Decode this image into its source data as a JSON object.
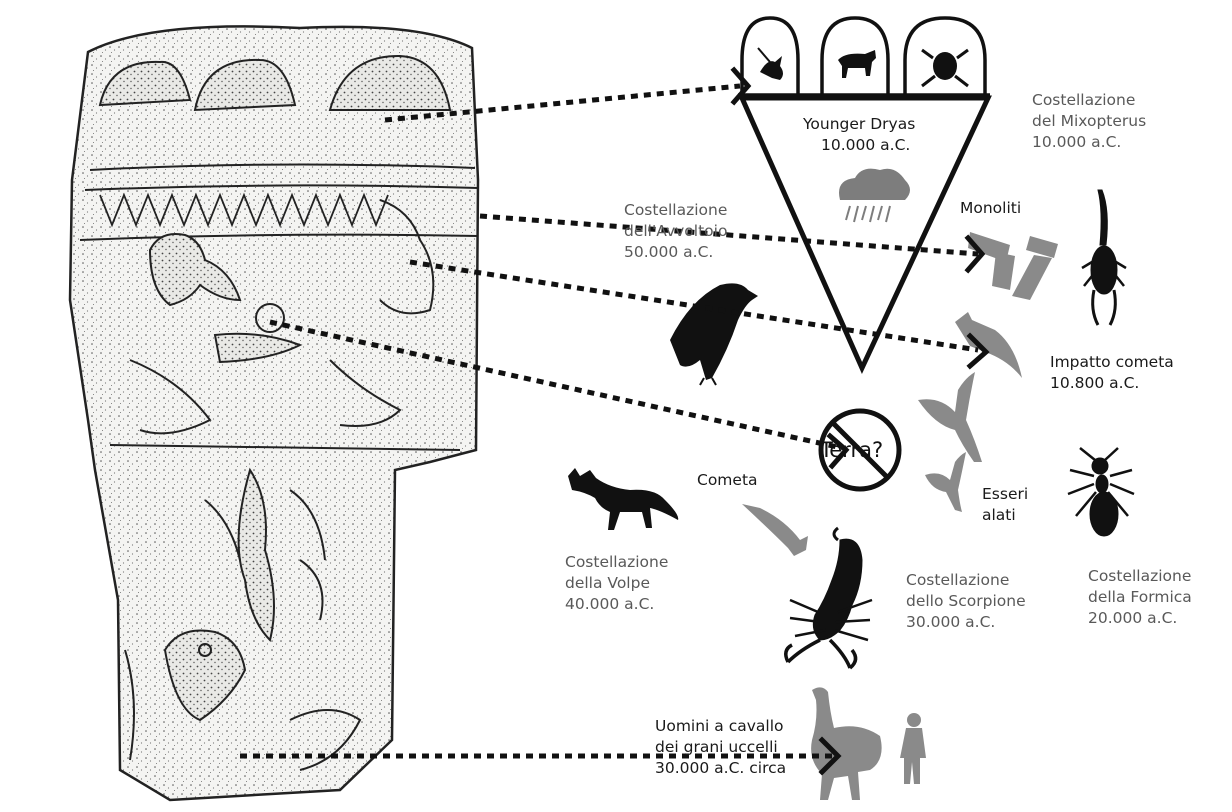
{
  "labels": {
    "younger_dryas": {
      "name": "Younger Dryas",
      "date": "10.000 a.C."
    },
    "mixopterus": {
      "line1": "Costellazione",
      "line2": "del Mixopterus",
      "date": "10.000 a.C."
    },
    "avvoltoio": {
      "line1": "Costellazione",
      "line2": "dell'Avvoltoio",
      "date": "50.000 a.C."
    },
    "monoliti": "Monoliti",
    "impatto": {
      "name": "Impatto cometa",
      "date": "10.800 a.C."
    },
    "terra": "Terra?",
    "cometa": "Cometa",
    "esseri": {
      "line1": "Esseri",
      "line2": "alati"
    },
    "volpe": {
      "line1": "Costellazione",
      "line2": "della Volpe",
      "date": "40.000 a.C."
    },
    "scorpione": {
      "line1": "Costellazione",
      "line2": "dello Scorpione",
      "date": "30.000 a.C."
    },
    "formica": {
      "line1": "Costellazione",
      "line2": "della Formica",
      "date": "20.000 a.C."
    },
    "uomini": {
      "line1": "Uomini a cavallo",
      "line2": "dei grani uccelli",
      "date": "30.000 a.C. circa"
    }
  },
  "icons": [
    "pillar-stone-carving",
    "bird-icon",
    "bull-icon",
    "frog-icon",
    "rain-cloud-icon",
    "monolith-icon",
    "scorpion-arthropod-icon",
    "vulture-icon",
    "comet-icon",
    "winged-being-icon",
    "ant-icon",
    "fox-icon",
    "scorpion-icon",
    "giant-bird-icon",
    "human-figure-icon",
    "no-sign-icon"
  ],
  "colors": {
    "grey_label": "#595959",
    "dark_label": "#1a1a1a",
    "silhouette_grey": "#8a8a8a",
    "silhouette_black": "#111111"
  }
}
